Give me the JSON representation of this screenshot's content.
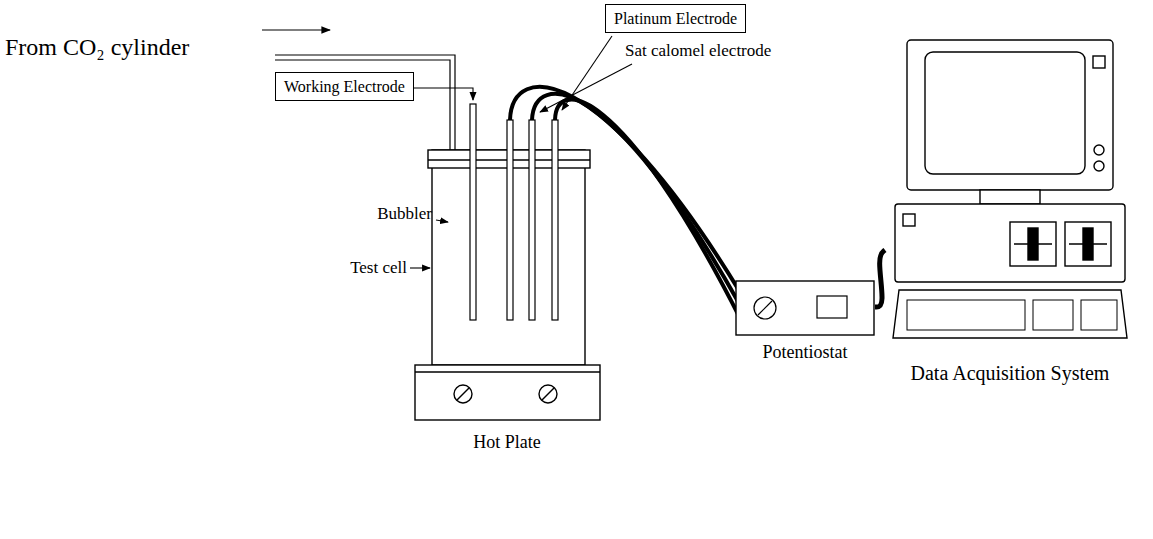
{
  "diagram": {
    "nodes": [
      {
        "text": [
          "Working Electrode"
        ]
      },
      {
        "text": [
          "Platinum Electrode"
        ]
      },
      {
        "text": [
          "Potentiostat"
        ]
      },
      {
        "text": [
          "Data Acquisition System"
        ]
      }
    ],
    "edges": [
      {
        "from": 2,
        "to": 3,
        "arrow": "none"
      }
    ],
    "labels": [
      "From CO₂ cylinder",
      "Sat calomel electrode",
      "Bubbler",
      "Test cell",
      "Hot Plate"
    ]
  }
}
